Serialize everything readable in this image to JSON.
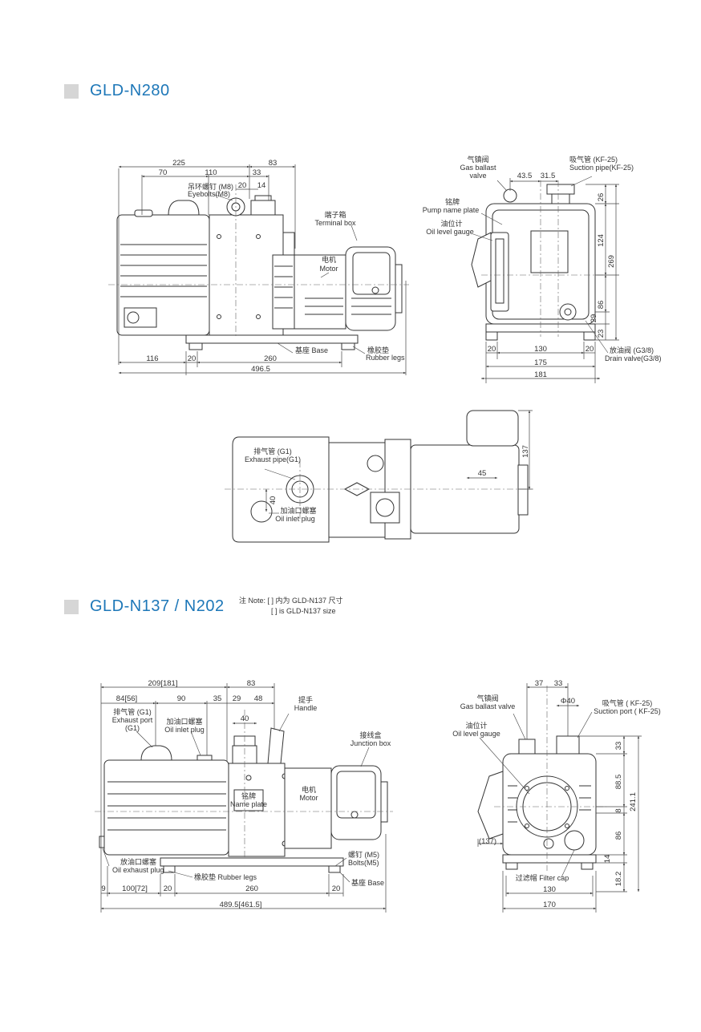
{
  "section1": {
    "title": "GLD-N280",
    "side_dims": {
      "top_left": "225",
      "top_right": "83",
      "d70": "70",
      "d110": "110",
      "d33": "33",
      "d20": "20",
      "d14": "14",
      "d116": "116",
      "d20b": "20",
      "d260": "260",
      "total": "496.5"
    },
    "side_labels": {
      "eyebolts_cn": "吊环螺钉 (M8)",
      "eyebolts_en": "Eyebolts(M8)",
      "terminal_cn": "端子箱",
      "terminal_en": "Terminal box",
      "motor_cn": "电机",
      "motor_en": "Motor",
      "base": "基座 Base",
      "legs_cn": "橡胶垫",
      "legs_en": "Rubber legs"
    },
    "front_dims": {
      "d43_5": "43.5",
      "d31_5": "31.5",
      "d26": "26",
      "d124": "124",
      "d269": "269",
      "d86": "86",
      "d29": "29",
      "d23": "23",
      "d20a": "20",
      "d130": "130",
      "d20b": "20",
      "d175": "175",
      "d181": "181"
    },
    "front_labels": {
      "gas_cn": "气镇阀",
      "gas_en1": "Gas ballast",
      "gas_en2": "valve",
      "suction_cn": "吸气管 (KF-25)",
      "suction_en": "Suction pipe(KF-25)",
      "plate_cn": "铭牌",
      "plate_en": "Pump name plate",
      "oil_cn": "油位计",
      "oil_en": "Oil level gauge",
      "drain_cn": "放油阀 (G3/8)",
      "drain_en": "Drain valve(G3/8)"
    },
    "top_dims": {
      "d137": "137",
      "d45": "45",
      "d40": "40"
    },
    "top_labels": {
      "exhaust_cn": "排气管 (G1)",
      "exhaust_en": "Exhaust pipe(G1)",
      "inlet_cn": "加油口螺塞",
      "inlet_en": "Oil inlet plug"
    }
  },
  "section2": {
    "title": "GLD-N137 / N202",
    "note_1": "注 Note: [ ] 内为 GLD-N137 尺寸",
    "note_2": "[ ] is GLD-N137 size",
    "side_dims": {
      "top_left": "209[181]",
      "top_right": "83",
      "d84": "84[56]",
      "d90": "90",
      "d35": "35",
      "d29": "29",
      "d48": "48",
      "d40": "40",
      "d9": "9",
      "d100": "100[72]",
      "d20a": "20",
      "d260": "260",
      "d20b": "20",
      "total": "489.5[461.5]"
    },
    "side_labels": {
      "exhaust_cn": "排气管 (G1)",
      "exhaust_en1": "Exhaust port",
      "exhaust_en2": "(G1)",
      "inlet_cn": "加油口螺塞",
      "inlet_en": "Oil inlet plug",
      "handle_cn": "提手",
      "handle_en": "Handle",
      "junction_cn": "接线盒",
      "junction_en": "Junction box",
      "plate_cn": "铭牌",
      "plate_en": "Name plate",
      "motor_cn": "电机",
      "motor_en": "Motor",
      "drain_cn": "放油口螺塞",
      "drain_en": "Oil exhaust plug",
      "legs": "橡胶垫 Rubber legs",
      "bolts_cn": "螺钉 (M5)",
      "bolts_en": "Bolts(M5)",
      "base": "基座 Base"
    },
    "front_dims": {
      "d37": "37",
      "d33": "33",
      "phi40": "Φ40",
      "d33v": "33",
      "d88_5": "88.5",
      "d241": "241.1",
      "d8": "8",
      "d86": "86",
      "d14": "14",
      "d18_2": "18.2",
      "d137": "(137)",
      "d130": "130",
      "d170": "170"
    },
    "front_labels": {
      "gas_cn": "气镇阀",
      "gas_en": "Gas ballast valve",
      "suction_cn": "吸气管 ( KF-25)",
      "suction_en": "Suction port ( KF-25)",
      "oil_cn": "油位计",
      "oil_en": "Oil level gauge",
      "filter": "过滤帽 Filter cap"
    }
  }
}
